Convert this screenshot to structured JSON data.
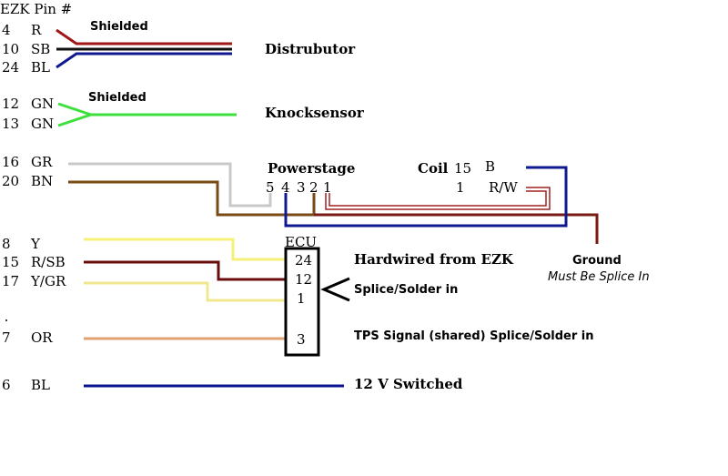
{
  "header": {
    "ezk_pin": "EZK Pin #"
  },
  "pins": [
    {
      "num": "4",
      "code": "R"
    },
    {
      "num": "10",
      "code": "SB"
    },
    {
      "num": "24",
      "code": "BL"
    },
    {
      "num": "12",
      "code": "GN"
    },
    {
      "num": "13",
      "code": "GN"
    },
    {
      "num": "16",
      "code": "GR"
    },
    {
      "num": "20",
      "code": "BN"
    },
    {
      "num": "8",
      "code": "Y"
    },
    {
      "num": "15",
      "code": "R/SB"
    },
    {
      "num": "17",
      "code": "Y/GR"
    },
    {
      "num": "7",
      "code": "OR"
    },
    {
      "num": "6",
      "code": "BL"
    }
  ],
  "labels": {
    "shielded_1": "Shielded",
    "shielded_2": "Shielded",
    "distributor": "Distrubutor",
    "knocksensor": "Knocksensor",
    "powerstage": "Powerstage",
    "ps_5": "5",
    "ps_4": "4",
    "ps_3": "3",
    "ps_2": "2",
    "ps_1": "1",
    "coil": "Coil",
    "coil_15": "15",
    "coil_1": "1",
    "coil_b": "B",
    "coil_rw": "R/W",
    "ground": "Ground",
    "ground_note": "Must Be Splice In",
    "ecu": "ECU",
    "ecu_24": "24",
    "ecu_12": "12",
    "ecu_1": "1",
    "ecu_3": "3",
    "hardwired": "Hardwired from EZK",
    "splice_solder": "Splice/Solder in",
    "tps": "TPS Signal (shared) Splice/Solder in",
    "switched_12v": "12 V Switched"
  },
  "wire_colors": {
    "red": "#a01818",
    "black": "#111111",
    "blue": "#101890",
    "green": "#3ee03e",
    "gray": "#c8c8c8",
    "brown": "#7a4a14",
    "yellow": "#f4f07a",
    "dark_red": "#6a0c0c",
    "pale_yellow": "#f0e890",
    "orange_tan": "#e0a070",
    "navy": "#0a1290",
    "coil_red": "#a02020"
  }
}
